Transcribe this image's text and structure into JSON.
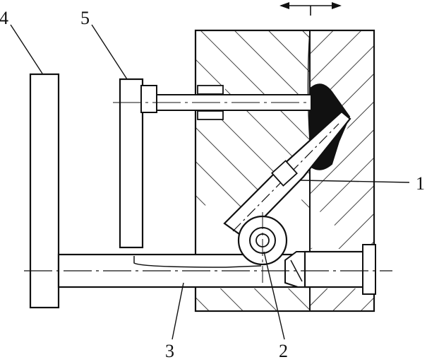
{
  "callouts": [
    {
      "id": "1",
      "text": "1"
    },
    {
      "id": "2",
      "text": "2"
    },
    {
      "id": "3",
      "text": "3"
    },
    {
      "id": "4",
      "text": "4"
    },
    {
      "id": "5",
      "text": "5"
    }
  ],
  "colors": {
    "ink": "#111111",
    "paper": "#ffffff"
  },
  "icons": {
    "motion": "double-arrow-icon"
  }
}
